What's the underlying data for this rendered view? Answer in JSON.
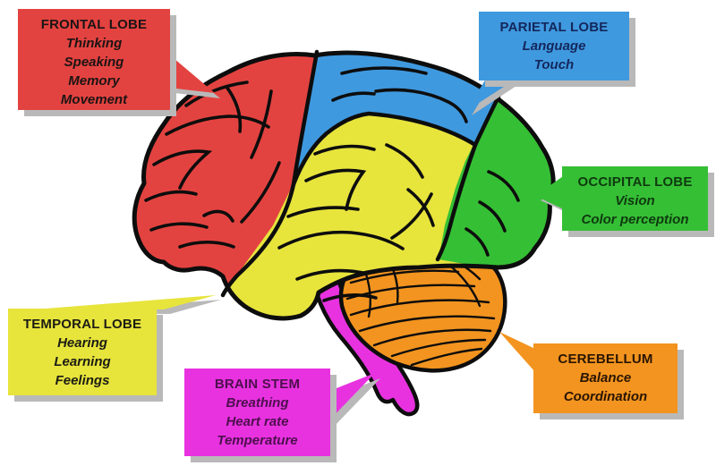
{
  "diagram": {
    "subject": "Human brain lobes and functions",
    "background_color": "#ffffff",
    "outline_color": "#0d0d0d",
    "shadow_color": "#b9b9b9"
  },
  "callouts": [
    {
      "id": "frontal",
      "title": "FRONTAL LOBE",
      "functions": [
        "Thinking",
        "Speaking",
        "Memory",
        "Movement"
      ],
      "color": "#e34340",
      "text_color": "#1c1414"
    },
    {
      "id": "parietal",
      "title": "PARIETAL LOBE",
      "functions": [
        "Language",
        "Touch"
      ],
      "color": "#3f99df",
      "text_color": "#14275c"
    },
    {
      "id": "occipital",
      "title": "OCCIPITAL LOBE",
      "functions": [
        "Vision",
        "Color perception"
      ],
      "color": "#35bf35",
      "text_color": "#0f3a0f"
    },
    {
      "id": "temporal",
      "title": "TEMPORAL LOBE",
      "functions": [
        "Hearing",
        "Learning",
        "Feelings"
      ],
      "color": "#e7e43c",
      "text_color": "#1c1c14"
    },
    {
      "id": "brainstem",
      "title": "BRAIN STEM",
      "functions": [
        "Breathing",
        "Heart rate",
        "Temperature"
      ],
      "color": "#e832e0",
      "text_color": "#4d104d"
    },
    {
      "id": "cerebellum",
      "title": "CEREBELLUM",
      "functions": [
        "Balance",
        "Coordination"
      ],
      "color": "#f2941f",
      "text_color": "#2a1503"
    }
  ],
  "brain_regions": [
    {
      "name": "temporal-lobe",
      "color": "#e7e43c"
    },
    {
      "name": "parietal-lobe",
      "color": "#3f99df"
    },
    {
      "name": "occipital-lobe",
      "color": "#35bf35"
    },
    {
      "name": "frontal-lobe",
      "color": "#e34340"
    },
    {
      "name": "cerebellum",
      "color": "#f2941f"
    },
    {
      "name": "brain-stem",
      "color": "#e832e0"
    }
  ]
}
